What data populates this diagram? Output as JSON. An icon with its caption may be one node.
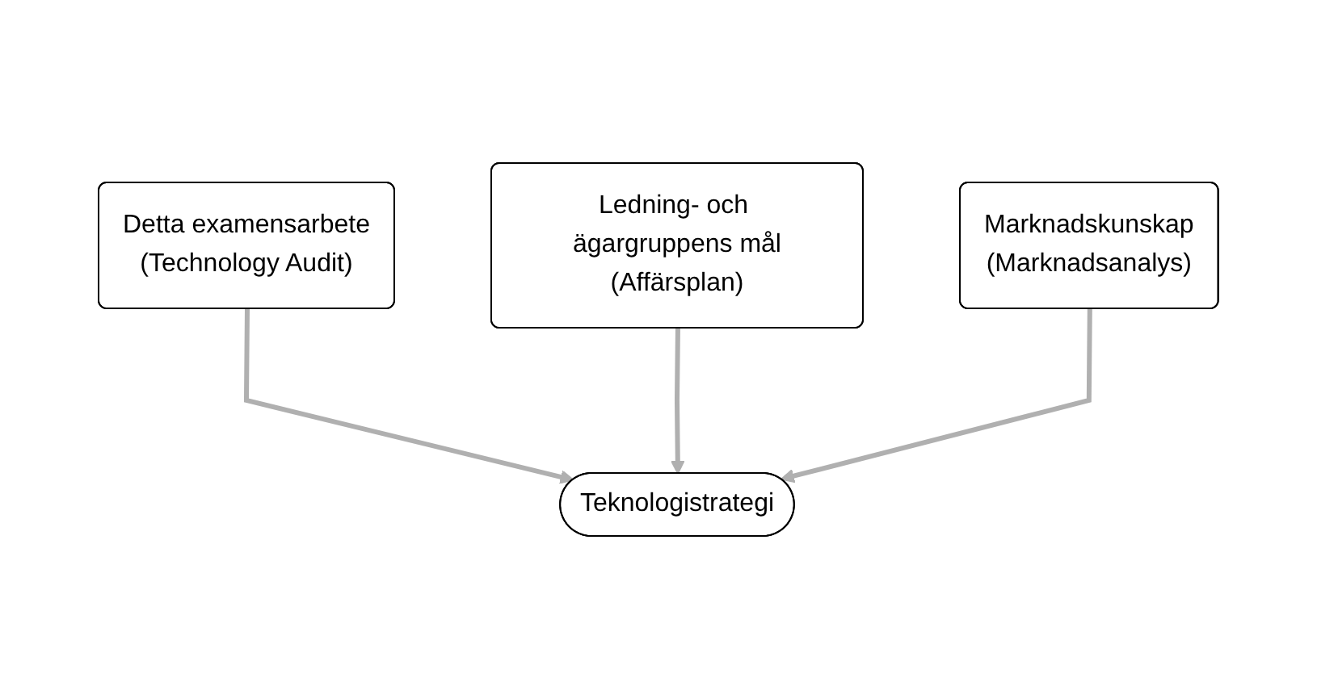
{
  "diagram": {
    "nodes": [
      {
        "text": [
          "Detta examensarbete",
          "(Technology Audit)"
        ]
      },
      {
        "text": [
          "Ledning- och ägargruppens mål",
          "(Affärsplan)"
        ]
      },
      {
        "text": [
          "Marknadskunskap",
          "(Marknadsanalys)"
        ]
      },
      {
        "text": [
          "Teknologistrategi"
        ]
      }
    ],
    "edges": [
      {
        "from": 0,
        "to": 3,
        "arrow": "to"
      },
      {
        "from": 1,
        "to": 3,
        "arrow": "to"
      },
      {
        "from": 2,
        "to": 3,
        "arrow": "to"
      }
    ]
  }
}
